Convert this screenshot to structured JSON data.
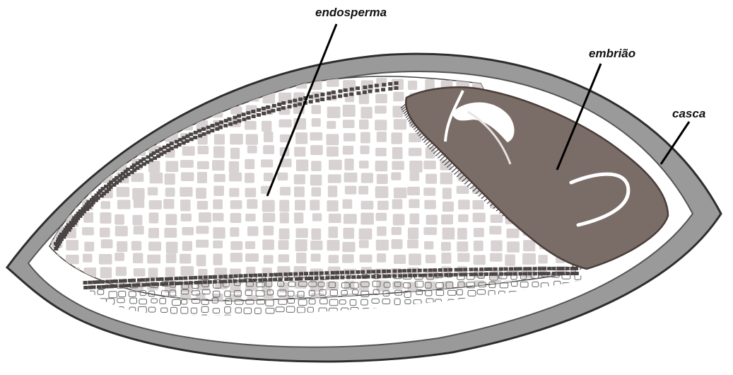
{
  "labels": {
    "endosperm": "endosperma",
    "embryo": "embrião",
    "shell": "casca"
  },
  "colors": {
    "shell": "#9a9a9a",
    "shell_edge": "#3a3a3a",
    "endosperm_cells": "#d8d2d2",
    "aleurone_dots": "#4a4444",
    "embryo": "#7a6c66",
    "embryo_edge": "#4a3e3a",
    "background": "#ffffff"
  }
}
